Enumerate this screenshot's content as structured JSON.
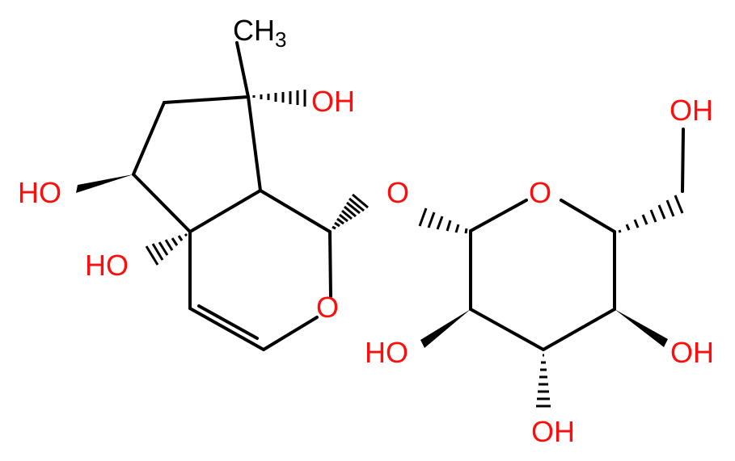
{
  "colors": {
    "oxygen": "#ff0d0d",
    "carbon": "#000000",
    "background": "#ffffff"
  },
  "labels": {
    "ch3": "CH",
    "ch3_sub": "3",
    "oh_c7": "OH",
    "ho_c6": "HO",
    "ho_c5": "HO",
    "o_ring_left": "O",
    "o_glycosidic": "O",
    "o_ring_sugar": "O",
    "oh_ch2": "OH",
    "ho_c2p": "HO",
    "oh_c3p": "OH",
    "oh_c4p": "OH"
  }
}
